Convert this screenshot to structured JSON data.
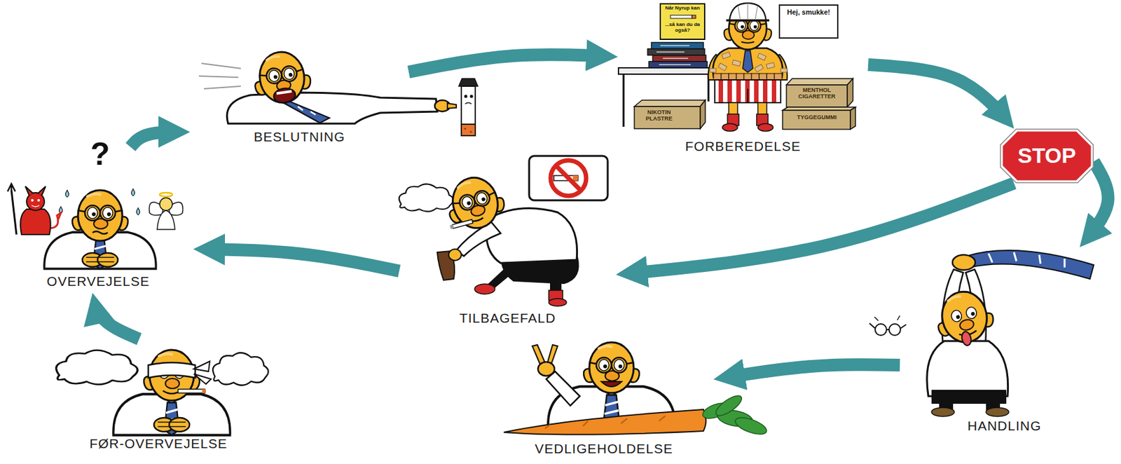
{
  "diagram": {
    "nodes": [
      {
        "text": [
          "FØR-OVERVEJELSE"
        ]
      },
      {
        "text": [
          "OVERVEJELSE"
        ]
      },
      {
        "text": [
          "BESLUTNING"
        ]
      },
      {
        "text": [
          "FORBEREDELSE"
        ]
      },
      {
        "text": [
          "STOP"
        ]
      },
      {
        "text": [
          "HANDLING"
        ]
      },
      {
        "text": [
          "VEDLIGEHOLDELSE"
        ]
      },
      {
        "text": [
          "TILBAGEFALD"
        ]
      }
    ],
    "edges": [
      {
        "from": 0,
        "to": 1,
        "arrow": "to"
      },
      {
        "from": 1,
        "to": 2,
        "arrow": "to"
      },
      {
        "from": 2,
        "to": 3,
        "arrow": "to"
      },
      {
        "from": 3,
        "to": 4,
        "arrow": "to"
      },
      {
        "from": 4,
        "to": 5,
        "arrow": "to"
      },
      {
        "from": 5,
        "to": 6,
        "arrow": "to"
      },
      {
        "from": 4,
        "to": 7,
        "arrow": "to"
      },
      {
        "from": 7,
        "to": 1,
        "arrow": "to"
      }
    ],
    "labels": [
      "?",
      "Når Nyrup kan",
      "...så kan du da også?",
      "Hej, smukke!",
      "NIKOTIN PLASTRE",
      "MENTHOL CIGARETTER",
      "TYGGEGUMMI"
    ]
  }
}
